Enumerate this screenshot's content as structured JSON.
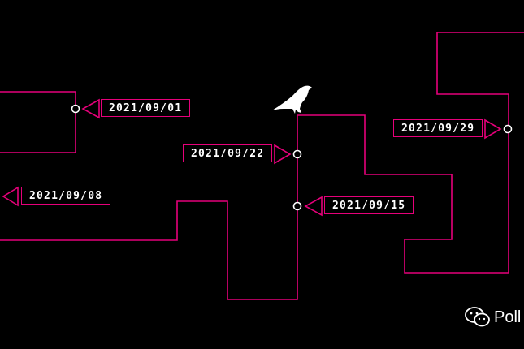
{
  "colors": {
    "background": "#000000",
    "line": "#e6007a",
    "text": "#ffffff"
  },
  "dates": {
    "d1": "2021/09/01",
    "d2": "2021/09/08",
    "d3": "2021/09/15",
    "d4": "2021/09/22",
    "d5": "2021/09/29"
  },
  "icons": {
    "bird": "bird-icon",
    "wechat": "wechat-icon"
  },
  "watermark": {
    "text": "Poll"
  }
}
